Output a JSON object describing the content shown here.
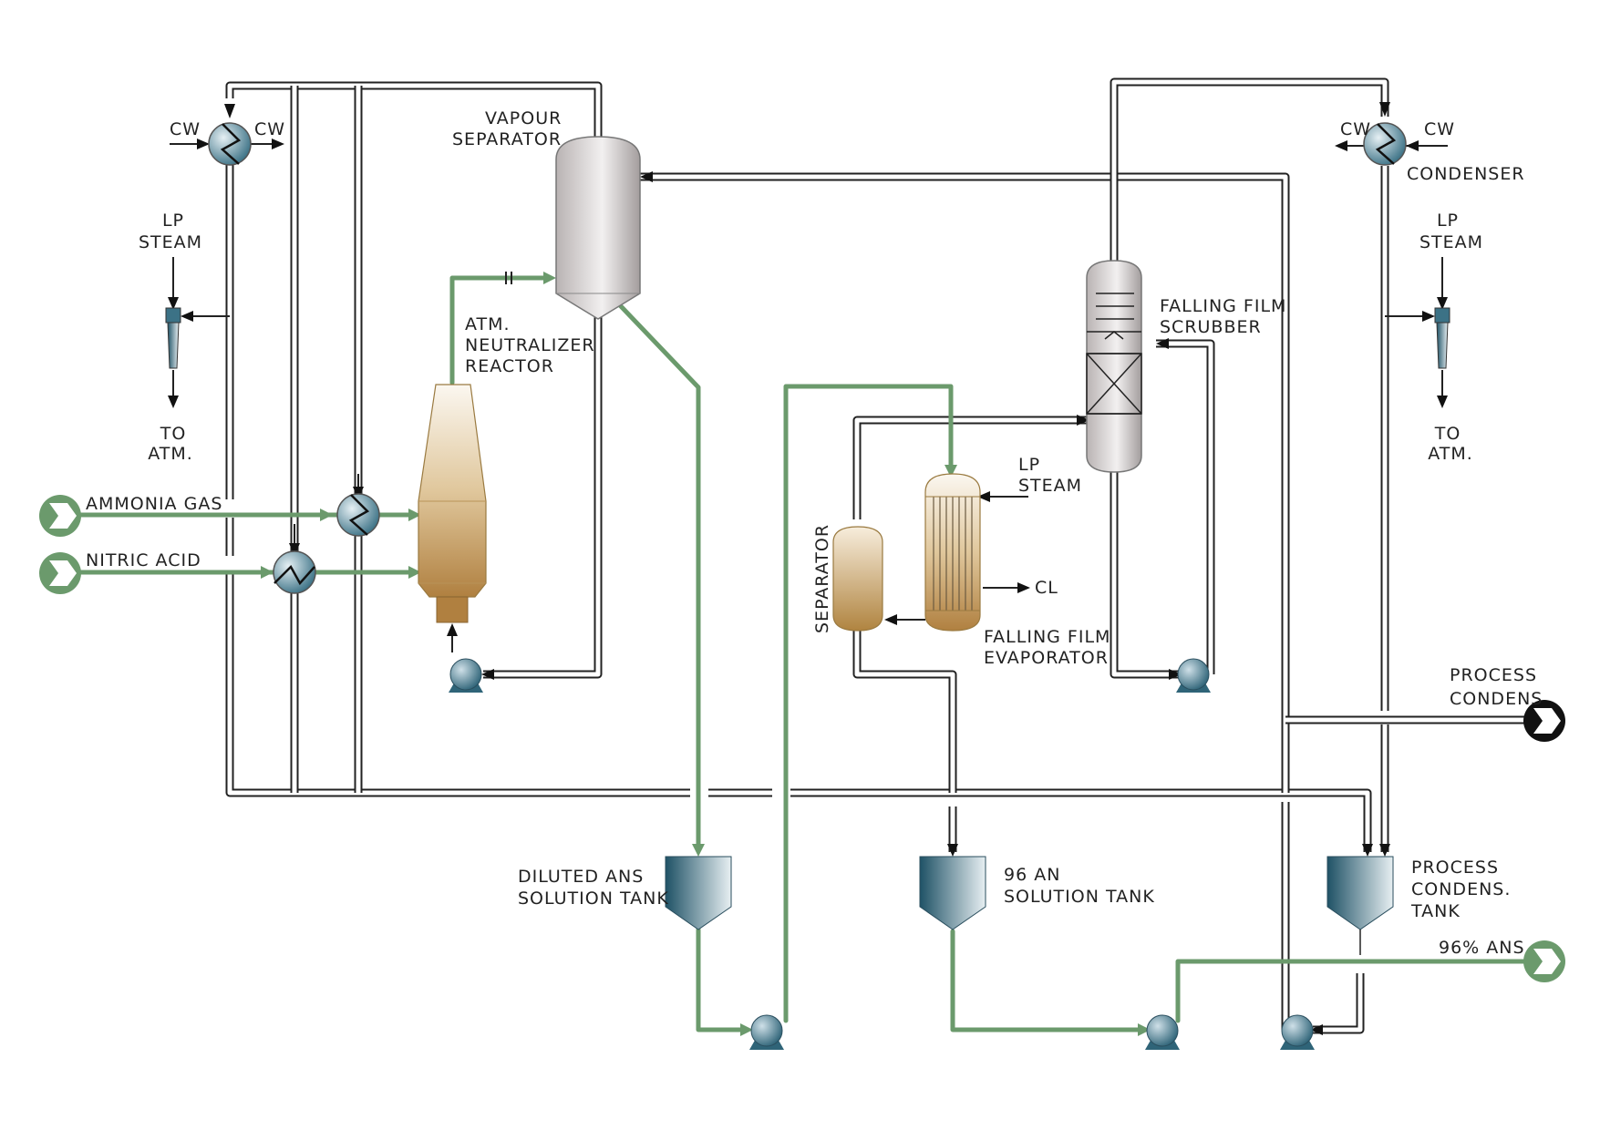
{
  "colors": {
    "product_line": "#6b9a6c",
    "utility_line": "#222222",
    "vessel_grey": "#c9c3c3",
    "vessel_tan": "#c9a060",
    "tank_teal": "#2f6478"
  },
  "labels": {
    "cw_in_left": "CW",
    "cw_out_left": "CW",
    "lp_steam_left": [
      "LP",
      "STEAM"
    ],
    "to_atm_left": [
      "TO",
      "ATM."
    ],
    "ammonia_gas": "AMMONIA GAS",
    "nitric_acid": "NITRIC ACID",
    "vapour_separator": [
      "VAPOUR",
      "SEPARATOR"
    ],
    "neutralizer_reactor": [
      "ATM.",
      "NEUTRALIZER",
      "REACTOR"
    ],
    "separator": "SEPARATOR",
    "lp_steam_evap": [
      "LP",
      "STEAM"
    ],
    "cl": "CL",
    "falling_film_evaporator": [
      "FALLING FILM",
      "EVAPORATOR"
    ],
    "falling_film_scrubber": [
      "FALLING FILM",
      "SCRUBBER"
    ],
    "cw_out_right": "CW",
    "cw_in_right": "CW",
    "condenser": "CONDENSER",
    "lp_steam_right": [
      "LP",
      "STEAM"
    ],
    "to_atm_right": [
      "TO",
      "ATM."
    ],
    "process_condens": [
      "PROCESS",
      "CONDENS"
    ],
    "diluted_ans_tank": [
      "DILUTED ANS",
      "SOLUTION TANK"
    ],
    "an96_tank": [
      "96 AN",
      "SOLUTION TANK"
    ],
    "process_condens_tank": [
      "PROCESS",
      "CONDENS.",
      "TANK"
    ],
    "ans96": "96% ANS"
  },
  "icons": [
    "cooler-icon",
    "heat-exchanger-icon",
    "steam-ejector-icon",
    "pump-icon",
    "inlet-arrow-icon",
    "outlet-arrow-icon",
    "vessel-icon",
    "tank-icon"
  ]
}
